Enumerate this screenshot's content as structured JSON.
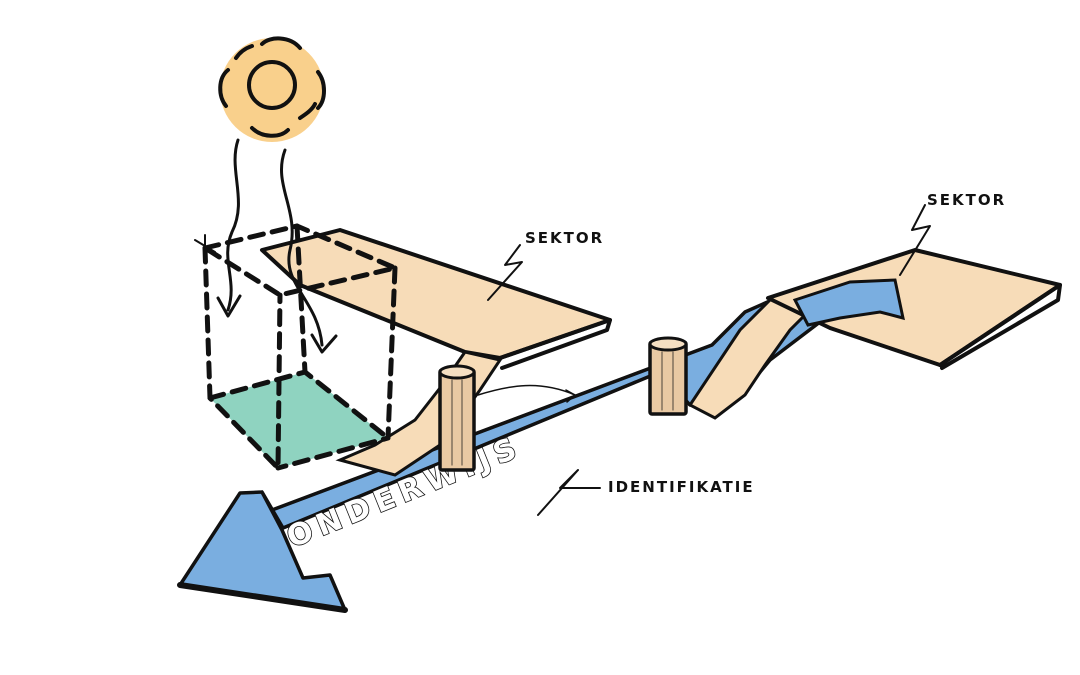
{
  "labels": {
    "sector_left": "SEKTOR",
    "sector_right": "SEKTOR",
    "identification": "IDENTIFIKATIE",
    "arrow": "ONDERWIJS"
  },
  "colors": {
    "sector_fill": "#f7dcb8",
    "arrow_fill": "#7aaee0",
    "courtyard_fill": "#8fd3c0",
    "sun_fill": "#f8c878",
    "column_fill": "#e9c9a3",
    "ink": "#111111"
  },
  "icons": {
    "sun": "sun-icon"
  }
}
